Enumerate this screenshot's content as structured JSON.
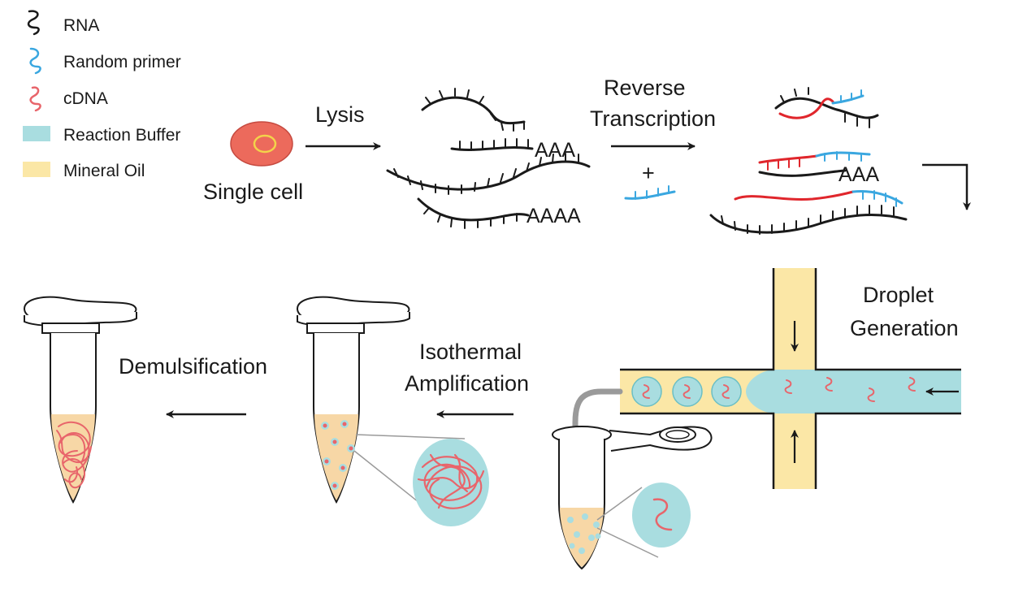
{
  "colors": {
    "rna": "#1a1a1a",
    "primer": "#3aa7e0",
    "cdna": "#e8656b",
    "cdna_strand": "#e0262c",
    "reaction_buffer": "#a9dde0",
    "mineral_oil": "#fbe7a6",
    "cell_fill": "#ec6a5c",
    "nucleus": "#f3d34a",
    "tube_fill": "#f7d7a6"
  },
  "legend": {
    "items": [
      {
        "label": "RNA",
        "icon": "rna-squiggle-icon"
      },
      {
        "label": "Random primer",
        "icon": "primer-squiggle-icon"
      },
      {
        "label": "cDNA",
        "icon": "cdna-squiggle-icon"
      },
      {
        "label": "Reaction Buffer",
        "icon": "buffer-swatch-icon"
      },
      {
        "label": "Mineral Oil",
        "icon": "oil-swatch-icon"
      }
    ]
  },
  "cell": {
    "label": "Single cell"
  },
  "steps": {
    "lysis": "Lysis",
    "rt_line1": "Reverse",
    "rt_line2": "Transcription",
    "plus": "+",
    "droplet_line1": "Droplet",
    "droplet_line2": "Generation",
    "iso_line1": "Isothermal",
    "iso_line2": "Amplification",
    "demulsification": "Demulsification"
  },
  "sequences": {
    "polya_3": "AAA",
    "polya_4": "AAAA",
    "rt_polya": "AAA"
  }
}
